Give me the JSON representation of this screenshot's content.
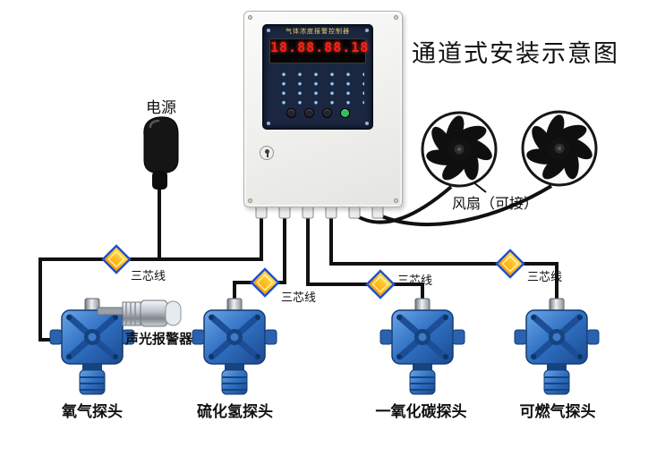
{
  "title": "通道式安装示意图",
  "power": {
    "label": "电源"
  },
  "fans": {
    "label": "风扇（可接）"
  },
  "alarm": {
    "label": "声光报警器"
  },
  "controller": {
    "panel_title": "气体浓度报警控制器",
    "display_value": "18.88.88.18"
  },
  "wire_labels": [
    "三芯线",
    "三芯线",
    "三芯线",
    "三芯线"
  ],
  "detectors": [
    {
      "label": "氧气探头"
    },
    {
      "label": "硫化氢探头"
    },
    {
      "label": "一氧化碳探头"
    },
    {
      "label": "可燃气探头"
    }
  ],
  "colors": {
    "wire": "#111111",
    "detector_blue": "#2f6fc1",
    "diamond_fill": "#ffaa00",
    "diamond_border": "#2050d0",
    "panel_navy": "#1b2740",
    "led_red": "#ff2018"
  }
}
